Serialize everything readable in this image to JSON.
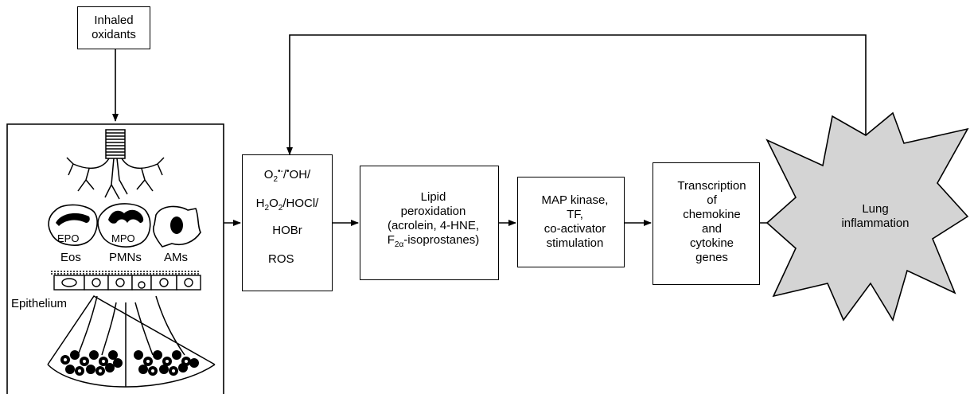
{
  "inhaled": {
    "line1": "Inhaled",
    "line2": "oxidants"
  },
  "lung_panel": {
    "cells": {
      "eos_inner": "EPO",
      "pmn_inner": "MPO",
      "eos": "Eos",
      "pmns": "PMNs",
      "ams": "AMs"
    },
    "epithelium": "Epithelium"
  },
  "ros_box": {
    "line1_a": "O",
    "line1_sub": "2",
    "line1_sup": "•-",
    "line1_b": "/",
    "line1_sup2": "•",
    "line1_c": "OH/",
    "line2_a": "H",
    "line2_sub1": "2",
    "line2_b": "O",
    "line2_sub2": "2",
    "line2_c": "/HOCl/",
    "line3": "HOBr",
    "line4": "ROS"
  },
  "lipid_box": {
    "line1": "Lipid",
    "line2": "peroxidation",
    "line3": "(acrolein, 4-HNE,",
    "line4_a": "F",
    "line4_sub": "2α",
    "line4_b": "-isoprostanes)"
  },
  "kinase_box": {
    "line1": "MAP kinase,",
    "line2": "TF,",
    "line3": "co-activator",
    "line4": "stimulation"
  },
  "transcription_box": {
    "line1": "Transcription",
    "line2": "of",
    "line3": "chemokine",
    "line4": "and",
    "line5": "cytokine",
    "line6": "genes"
  },
  "inflammation": {
    "line1": "Lung",
    "line2": "inflammation",
    "fill": "#d4d4d4"
  }
}
